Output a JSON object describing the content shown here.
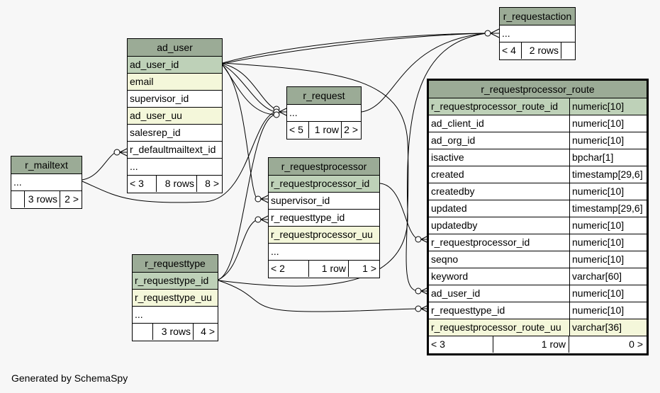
{
  "footer_text": "Generated by SchemaSpy",
  "colors": {
    "header": "#9bab96",
    "primary_key": "#bed1b8",
    "unique": "#f4f7da",
    "background": "#f7f7f7"
  },
  "tables": {
    "ad_user": {
      "name": "ad_user",
      "rows": [
        "ad_user_id",
        "email",
        "supervisor_id",
        "ad_user_uu",
        "salesrep_id",
        "r_defaultmailtext_id",
        "..."
      ],
      "footer": [
        "< 3",
        "8 rows",
        "8 >"
      ]
    },
    "r_mailtext": {
      "name": "r_mailtext",
      "rows": [
        "..."
      ],
      "footer": [
        "",
        "3 rows",
        "2 >"
      ]
    },
    "r_request": {
      "name": "r_request",
      "rows": [
        "..."
      ],
      "footer": [
        "< 5",
        "1 row",
        "2 >"
      ]
    },
    "r_requestaction": {
      "name": "r_requestaction",
      "rows": [
        "..."
      ],
      "footer": [
        "< 4",
        "2 rows",
        ""
      ]
    },
    "r_requestprocessor": {
      "name": "r_requestprocessor",
      "rows": [
        "r_requestprocessor_id",
        "supervisor_id",
        "r_requesttype_id",
        "r_requestprocessor_uu",
        "..."
      ],
      "footer": [
        "< 2",
        "1 row",
        "1 >"
      ]
    },
    "r_requesttype": {
      "name": "r_requesttype",
      "rows": [
        "r_requesttype_id",
        "r_requesttype_uu",
        "..."
      ],
      "footer": [
        "",
        "3 rows",
        "4 >"
      ]
    },
    "r_requestprocessor_route": {
      "name": "r_requestprocessor_route",
      "columns": [
        [
          "r_requestprocessor_route_id",
          "numeric[10]"
        ],
        [
          "ad_client_id",
          "numeric[10]"
        ],
        [
          "ad_org_id",
          "numeric[10]"
        ],
        [
          "isactive",
          "bpchar[1]"
        ],
        [
          "created",
          "timestamp[29,6]"
        ],
        [
          "createdby",
          "numeric[10]"
        ],
        [
          "updated",
          "timestamp[29,6]"
        ],
        [
          "updatedby",
          "numeric[10]"
        ],
        [
          "r_requestprocessor_id",
          "numeric[10]"
        ],
        [
          "seqno",
          "numeric[10]"
        ],
        [
          "keyword",
          "varchar[60]"
        ],
        [
          "ad_user_id",
          "numeric[10]"
        ],
        [
          "r_requesttype_id",
          "numeric[10]"
        ],
        [
          "r_requestprocessor_route_uu",
          "varchar[36]"
        ]
      ],
      "footer": [
        "< 3",
        "1 row",
        "0 >"
      ]
    }
  }
}
